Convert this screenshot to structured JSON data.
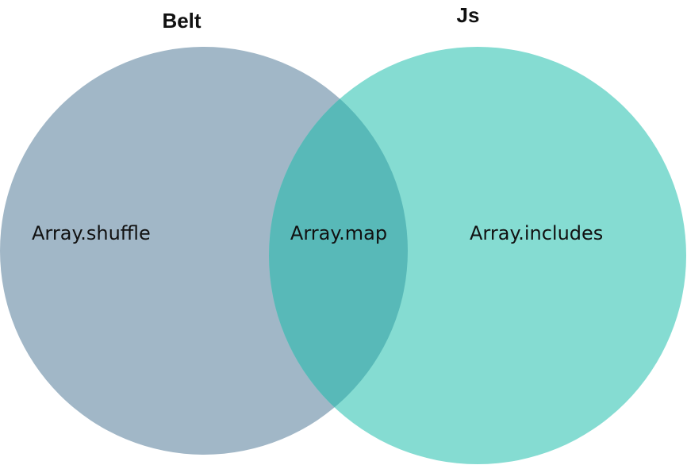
{
  "diagram": {
    "type": "venn",
    "sets": [
      {
        "name": "Belt",
        "color": "#a1b7c7",
        "only_items": [
          "Array.shuffle"
        ]
      },
      {
        "name": "Js",
        "color": "#85dcd2",
        "only_items": [
          "Array.includes"
        ]
      }
    ],
    "intersection": {
      "color": "#58b9b8",
      "items": [
        "Array.map"
      ]
    }
  }
}
